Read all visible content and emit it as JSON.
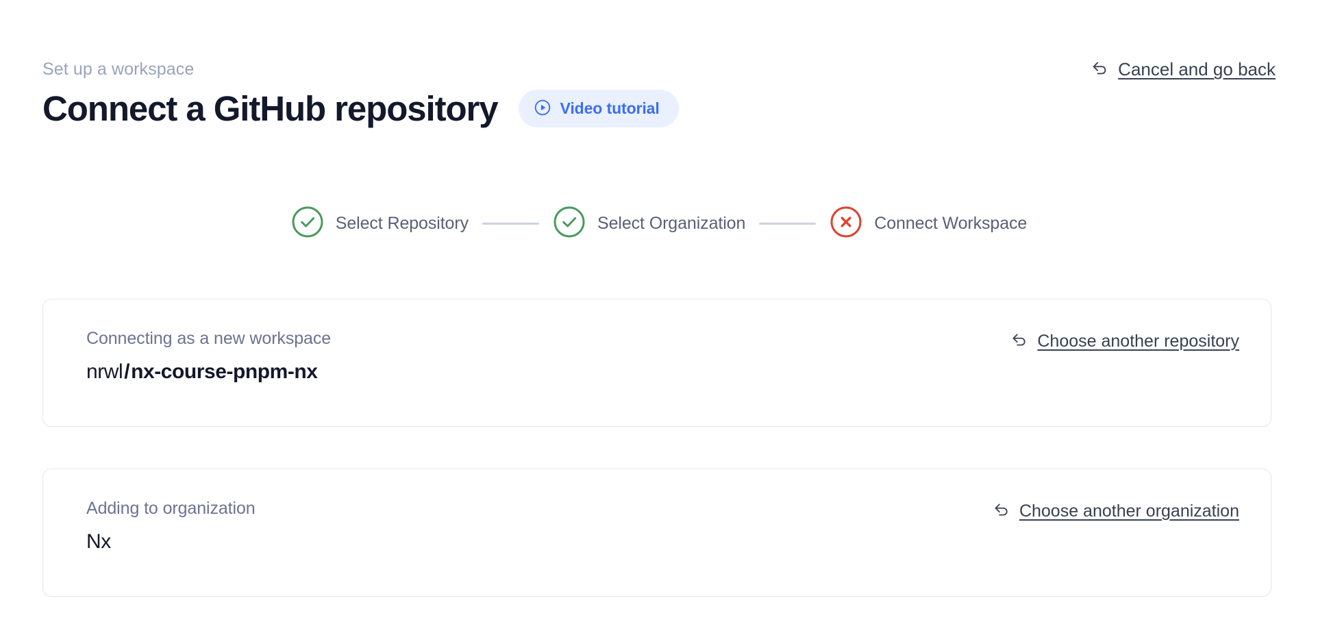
{
  "header": {
    "eyebrow": "Set up a workspace",
    "title": "Connect a GitHub repository",
    "video_tutorial_label": "Video tutorial",
    "video_tutorial_icon": "play-circle-icon",
    "cancel_label": "Cancel and go back",
    "cancel_icon": "undo-arrow-icon"
  },
  "stepper": {
    "steps": [
      {
        "label": "Select Repository",
        "state": "complete",
        "icon": "check-circle-icon",
        "color": "#4a9a5e"
      },
      {
        "label": "Select Organization",
        "state": "complete",
        "icon": "check-circle-icon",
        "color": "#4a9a5e"
      },
      {
        "label": "Connect Workspace",
        "state": "error",
        "icon": "x-circle-icon",
        "color": "#dc4332"
      }
    ],
    "connector_color": "#ccd2e0"
  },
  "cards": [
    {
      "caption": "Connecting as a new workspace",
      "owner": "nrwl",
      "separator": "/",
      "name": "nx-course-pnpm-nx",
      "link_label": "Choose another repository",
      "link_icon": "undo-arrow-icon"
    },
    {
      "caption": "Adding to organization",
      "value": "Nx",
      "link_label": "Choose another organization",
      "link_icon": "undo-arrow-icon"
    }
  ],
  "colors": {
    "accent": "#3b6ef5",
    "accent_bg": "#eaf0fe",
    "title": "#13182b",
    "muted": "#6b7490",
    "eyebrow": "#9aa3bb",
    "success": "#4a9a5e",
    "error": "#dc4332",
    "border": "#e6e8f0"
  }
}
